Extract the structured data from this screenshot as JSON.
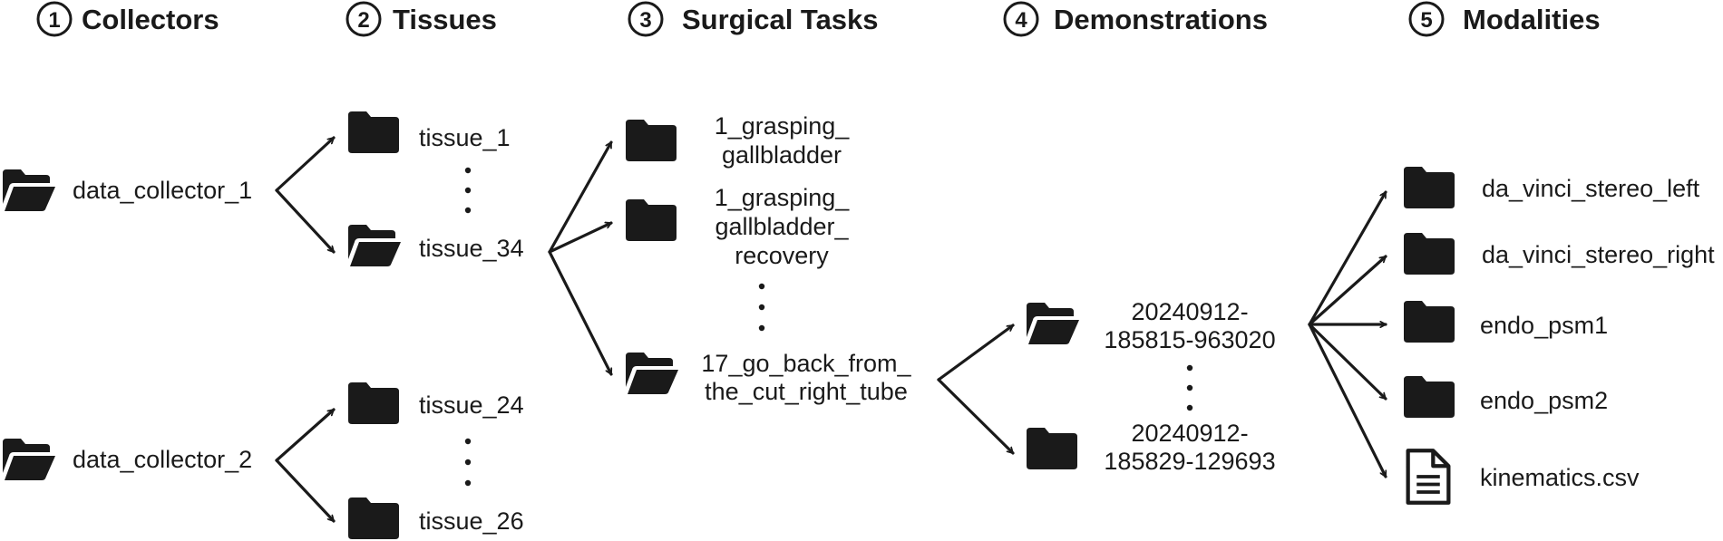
{
  "headers": [
    {
      "num": "1",
      "title": "Collectors"
    },
    {
      "num": "2",
      "title": "Tissues"
    },
    {
      "num": "3",
      "title": "Surgical Tasks"
    },
    {
      "num": "4",
      "title": "Demonstrations"
    },
    {
      "num": "5",
      "title": "Modalities"
    }
  ],
  "collectors": [
    {
      "label": "data_collector_1",
      "icon": "folder-open-icon"
    },
    {
      "label": "data_collector_2",
      "icon": "folder-open-icon"
    }
  ],
  "tissues": {
    "group1": [
      {
        "label": "tissue_1",
        "icon": "folder-icon"
      },
      {
        "label": "tissue_34",
        "icon": "folder-open-icon"
      }
    ],
    "group2": [
      {
        "label": "tissue_24",
        "icon": "folder-icon"
      },
      {
        "label": "tissue_26",
        "icon": "folder-icon"
      }
    ]
  },
  "tasks": [
    {
      "lines": [
        "1_grasping_",
        "gallbladder"
      ],
      "icon": "folder-icon"
    },
    {
      "lines": [
        "1_grasping_",
        "gallbladder_",
        "recovery"
      ],
      "icon": "folder-icon"
    },
    {
      "lines": [
        "17_go_back_from_",
        "the_cut_right_tube"
      ],
      "icon": "folder-open-icon"
    }
  ],
  "demonstrations": [
    {
      "lines": [
        "20240912-",
        "185815-963020"
      ],
      "icon": "folder-open-icon"
    },
    {
      "lines": [
        "20240912-",
        "185829-129693"
      ],
      "icon": "folder-icon"
    }
  ],
  "modalities": [
    {
      "label": "da_vinci_stereo_left",
      "icon": "folder-icon"
    },
    {
      "label": "da_vinci_stereo_right",
      "icon": "folder-icon"
    },
    {
      "label": "endo_psm1",
      "icon": "folder-icon"
    },
    {
      "label": "endo_psm2",
      "icon": "folder-icon"
    },
    {
      "label": "kinematics.csv",
      "icon": "file-icon"
    }
  ],
  "colors": {
    "ink": "#1a1a1a",
    "background": "#ffffff"
  }
}
